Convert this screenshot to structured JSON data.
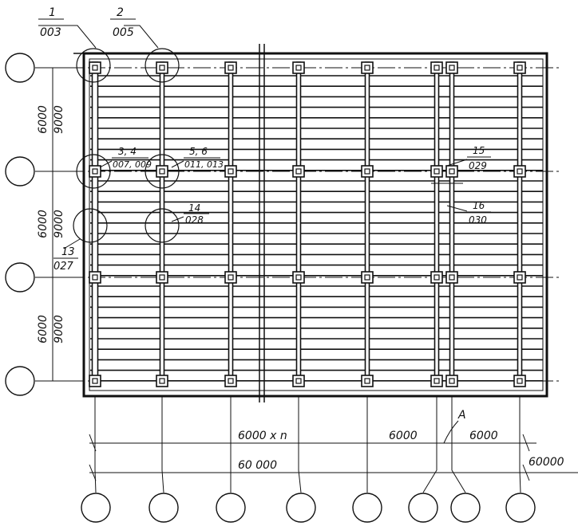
{
  "callouts": [
    {
      "num": "1",
      "ref": "003"
    },
    {
      "num": "2",
      "ref": "005"
    },
    {
      "num": "3, 4",
      "ref": "007, 009"
    },
    {
      "num": "5, 6",
      "ref": "011, 013"
    },
    {
      "num": "14",
      "ref": "028"
    },
    {
      "num": "13",
      "ref": "027"
    },
    {
      "num": "15",
      "ref": "029"
    },
    {
      "num": "16",
      "ref": "030"
    }
  ],
  "dimensions": {
    "left_spacing": "6000",
    "left_span": "9000",
    "bottom_repeat": "6000 x n",
    "bottom_bay_1": "6000",
    "bottom_bay_2": "6000",
    "bottom_total": "60 000",
    "right_total": "60000",
    "joint_label": "A"
  }
}
